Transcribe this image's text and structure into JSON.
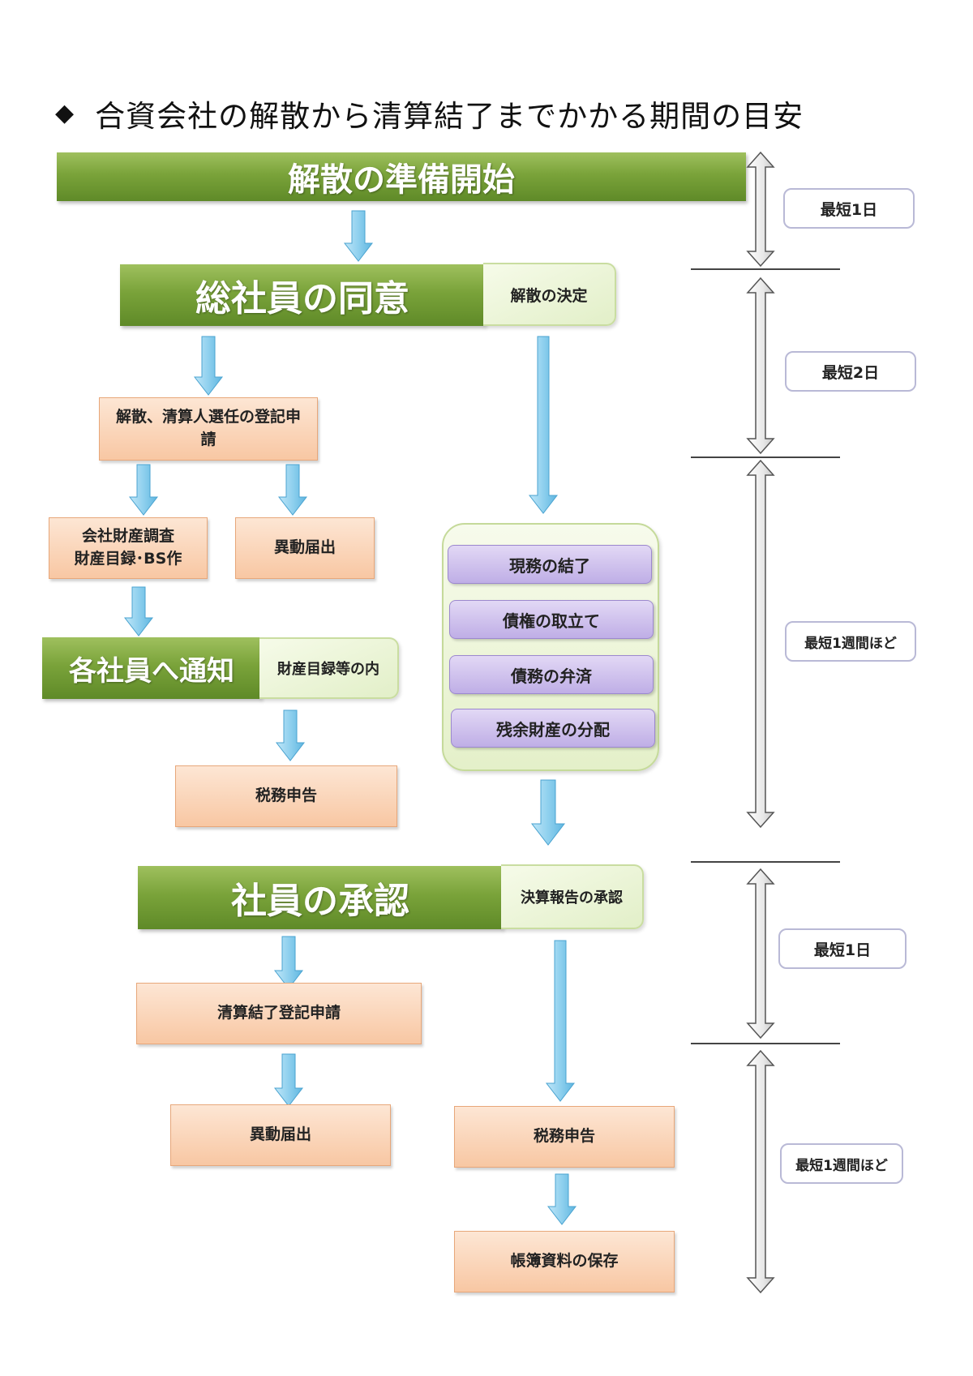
{
  "title": {
    "bullet": "◆",
    "text": "合資会社の解散から清算結了までかかる期間の目安"
  },
  "steps": {
    "start": "解散の準備開始",
    "consent": {
      "label": "総社員の同意",
      "note": "解散の決定"
    },
    "registration": "解散、清算人選任の登記申請",
    "asset_survey": {
      "line1": "会社財産調査",
      "line2": "財産目録･BS作"
    },
    "change_notice_1": "異動届出",
    "notify": {
      "label": "各社員へ通知",
      "note": "財産目録等の内"
    },
    "tax_return_1": "税務申告",
    "liquidation_tasks": [
      "現務の結了",
      "債権の取立て",
      "債務の弁済",
      "残余財産の分配"
    ],
    "approval": {
      "label": "社員の承認",
      "note": "決算報告の承認"
    },
    "completion_registration": "清算結了登記申請",
    "change_notice_2": "異動届出",
    "tax_return_2": "税務申告",
    "book_storage": "帳簿資料の保存"
  },
  "durations": [
    "最短1日",
    "最短2日",
    "最短1週間ほど",
    "最短1日",
    "最短1週間ほど"
  ],
  "colors": {
    "green_bar": "#7aa33a",
    "orange_box": "#f8c7a3",
    "purple_box": "#bfaee6",
    "arrow_blue": "#8fd0ee"
  }
}
